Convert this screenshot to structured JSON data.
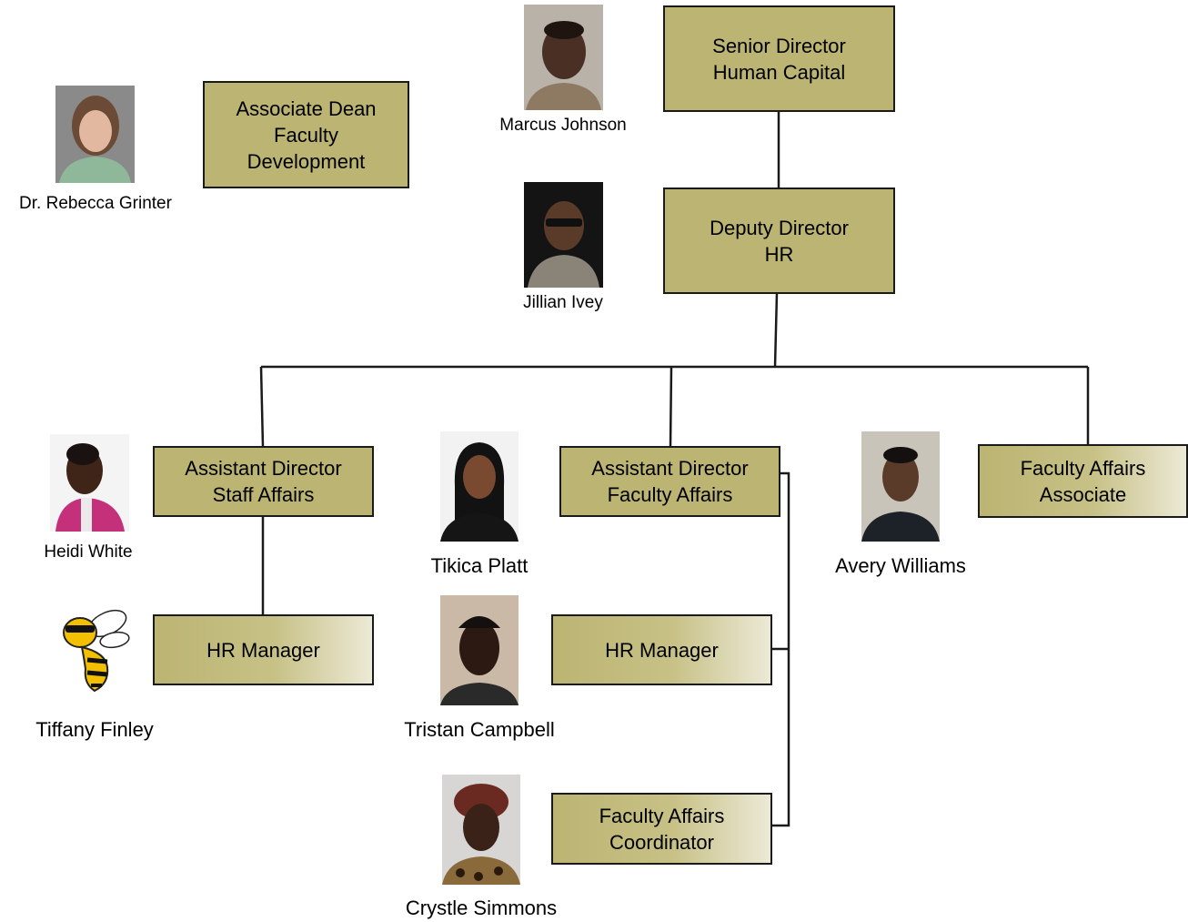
{
  "positions": {
    "assoc_dean": [
      "Associate Dean",
      "Faculty",
      "Development"
    ],
    "senior_director": [
      "Senior Director",
      "Human Capital"
    ],
    "deputy_director": [
      "Deputy Director",
      "HR"
    ],
    "asst_dir_staff": [
      "Assistant Director",
      "Staff Affairs"
    ],
    "asst_dir_faculty": [
      "Assistant Director",
      "Faculty Affairs"
    ],
    "faculty_affairs_associate": [
      "Faculty Affairs",
      "Associate"
    ],
    "hr_manager_staff": [
      "HR Manager"
    ],
    "hr_manager_faculty": [
      "HR Manager"
    ],
    "faculty_affairs_coordinator": [
      "Faculty Affairs",
      "Coordinator"
    ]
  },
  "people": {
    "rebecca": "Dr. Rebecca Grinter",
    "marcus": "Marcus Johnson",
    "jillian": "Jillian Ivey",
    "heidi": "Heidi White",
    "tikica": "Tikica Platt",
    "avery": "Avery Williams",
    "tiffany": "Tiffany Finley",
    "tristan": "Tristan Campbell",
    "crystle": "Crystle Simmons"
  },
  "colors": {
    "box_fill": "#bbb472",
    "box_border": "#1a1a1a",
    "connector": "#1a1a1a"
  }
}
